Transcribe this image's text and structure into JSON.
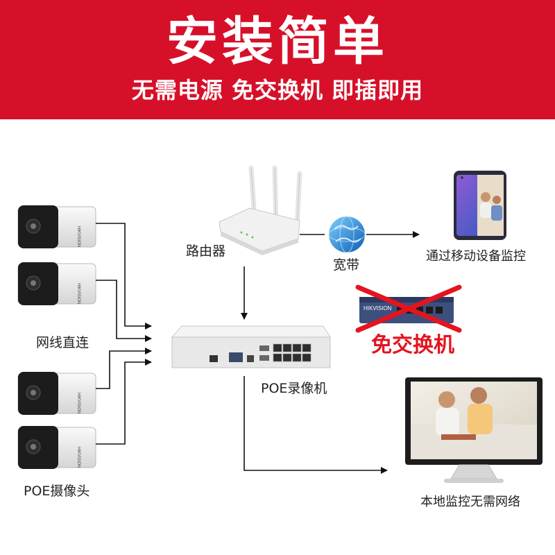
{
  "header": {
    "title": "安装简单",
    "subtitle": "无需电源 免交换机 即插即用"
  },
  "labels": {
    "router": "路由器",
    "broadband": "宽带",
    "mobile": "通过移动设备监控",
    "network_cable": "网线直连",
    "no_switch": "免交换机",
    "nvr": "POE录像机",
    "poe_camera": "POE摄像头",
    "local_monitor": "本地监控无需网络"
  },
  "colors": {
    "banner": "#d7102a",
    "cross": "#e4141f"
  }
}
